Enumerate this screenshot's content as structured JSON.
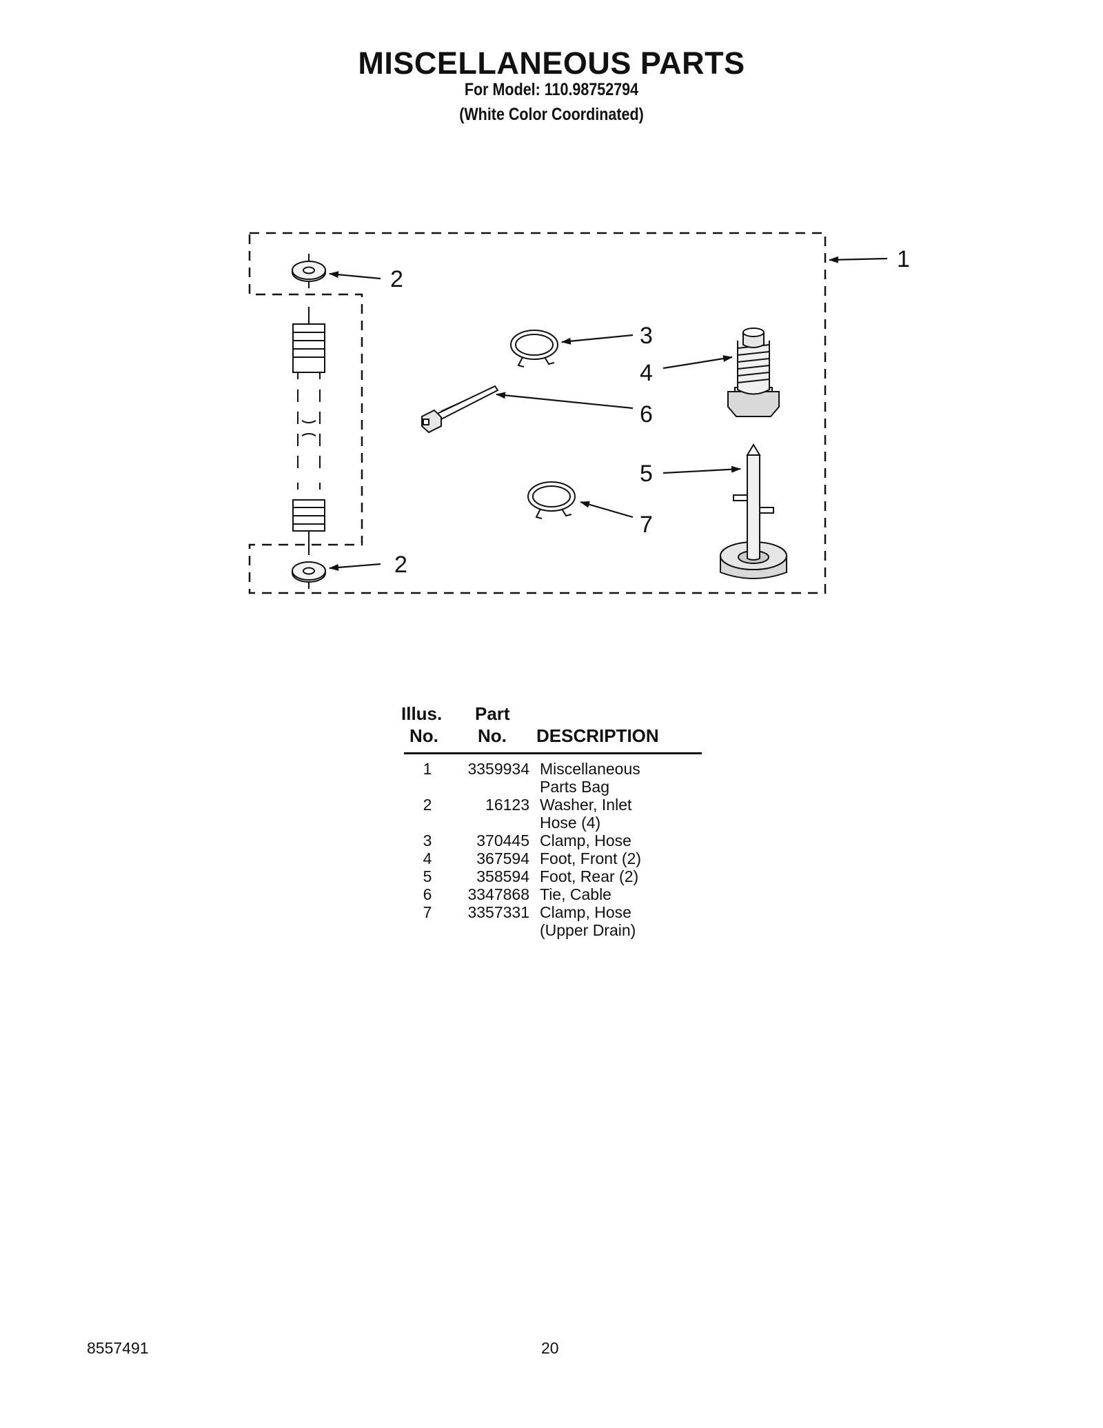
{
  "page": {
    "title": "MISCELLANEOUS PARTS",
    "model_line": "For Model: 110.98752794",
    "color_line": "(White Color Coordinated)"
  },
  "diagram": {
    "callouts": [
      "1",
      "2",
      "2",
      "3",
      "4",
      "6",
      "5",
      "7"
    ]
  },
  "table": {
    "headers": {
      "illus_line1": "Illus.",
      "illus_line2": "No.",
      "part_line1": "Part",
      "part_line2": "No.",
      "description": "DESCRIPTION"
    },
    "rows": [
      {
        "illus": "1",
        "part": "3359934",
        "desc": [
          "Miscellaneous",
          "Parts Bag"
        ]
      },
      {
        "illus": "2",
        "part": "16123",
        "desc": [
          "Washer, Inlet",
          "Hose (4)"
        ]
      },
      {
        "illus": "3",
        "part": "370445",
        "desc": [
          "Clamp, Hose"
        ]
      },
      {
        "illus": "4",
        "part": "367594",
        "desc": [
          "Foot, Front (2)"
        ]
      },
      {
        "illus": "5",
        "part": "358594",
        "desc": [
          "Foot, Rear (2)"
        ]
      },
      {
        "illus": "6",
        "part": "3347868",
        "desc": [
          "Tie, Cable"
        ]
      },
      {
        "illus": "7",
        "part": "3357331",
        "desc": [
          "Clamp, Hose",
          "(Upper Drain)"
        ]
      }
    ]
  },
  "footer": {
    "doc_number": "8557491",
    "page_number": "20"
  }
}
